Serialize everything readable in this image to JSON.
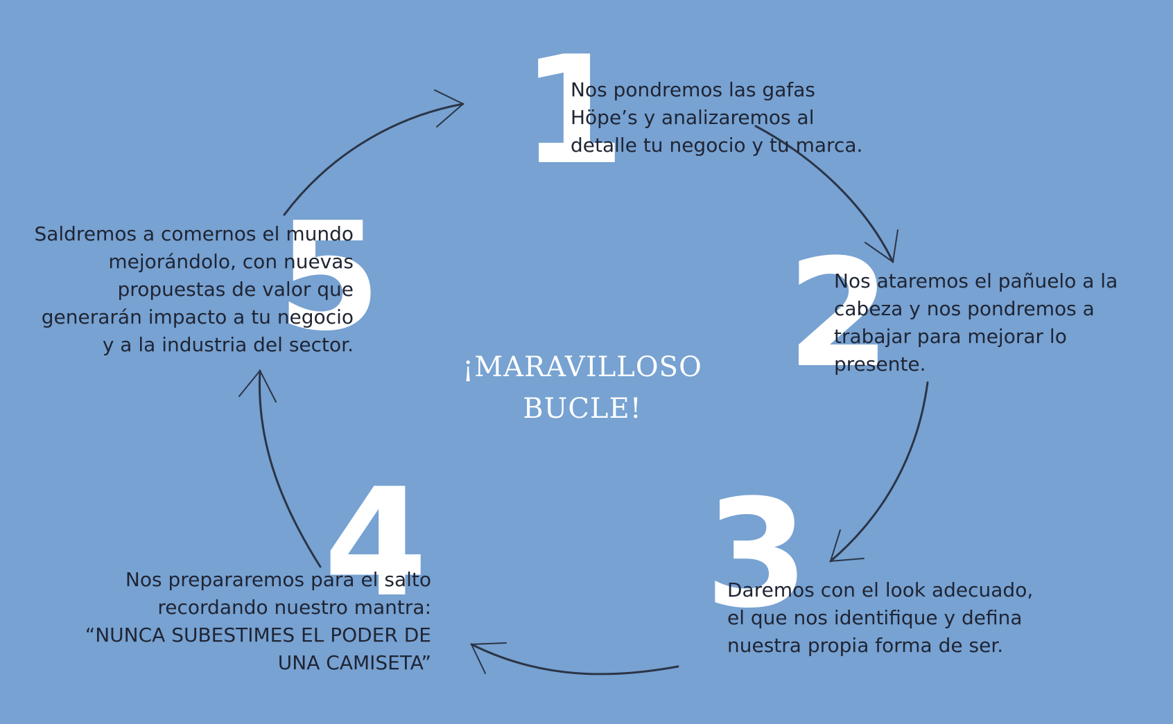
{
  "diagram": {
    "title_lines": [
      "¡MARAVILLOSO",
      "BUCLE!"
    ],
    "steps": [
      {
        "number": "1",
        "lines": [
          "Nos pondremos las gafas",
          "Höpe’s y analizaremos al",
          "detalle tu negocio y tu marca."
        ]
      },
      {
        "number": "2",
        "lines": [
          "Nos ataremos el pañuelo a la",
          "cabeza y nos pondremos a",
          "trabajar para mejorar lo",
          "presente."
        ]
      },
      {
        "number": "3",
        "lines": [
          "Daremos con el look adecuado,",
          "el que nos identifique y defina",
          "nuestra propia forma de ser."
        ]
      },
      {
        "number": "4",
        "lines": [
          "Nos prepararemos para el salto",
          "recordando nuestro mantra:",
          "“NUNCA SUBESTIMES EL PODER DE",
          "UNA CAMISETA”"
        ]
      },
      {
        "number": "5",
        "lines": [
          "Saldremos a comernos el mundo",
          "mejorándolo, con nuevas",
          "propuestas de valor que",
          "generarán impacto a tu negocio",
          "y a la industria del sector."
        ]
      }
    ],
    "colors": {
      "background": "#77a2d2",
      "numbers": "#ffffff",
      "text": "#1f2433",
      "arrows": "#2b3446"
    }
  }
}
